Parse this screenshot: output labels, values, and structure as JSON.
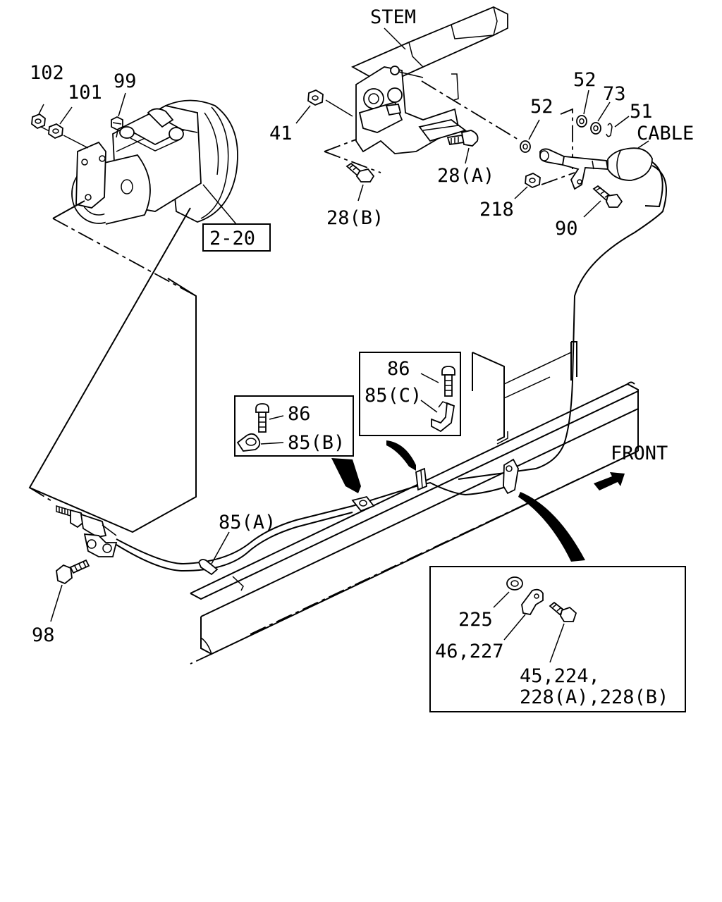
{
  "labels": {
    "stem": "STEM",
    "cable": "CABLE",
    "front": "FRONT",
    "ref_page": "2-20",
    "p102": "102",
    "p101": "101",
    "p99": "99",
    "p41": "41",
    "p28a": "28(A)",
    "p28b": "28(B)",
    "p52a": "52",
    "p52b": "52",
    "p73": "73",
    "p51": "51",
    "p218": "218",
    "p90": "90",
    "p86a": "86",
    "p85c": "85(C)",
    "p86b": "86",
    "p85b": "85(B)",
    "p85a": "85(A)",
    "p98": "98",
    "p225": "225",
    "p46_227": "46,227",
    "p45_224": "45,224,",
    "p228": "228(A),228(B)"
  }
}
